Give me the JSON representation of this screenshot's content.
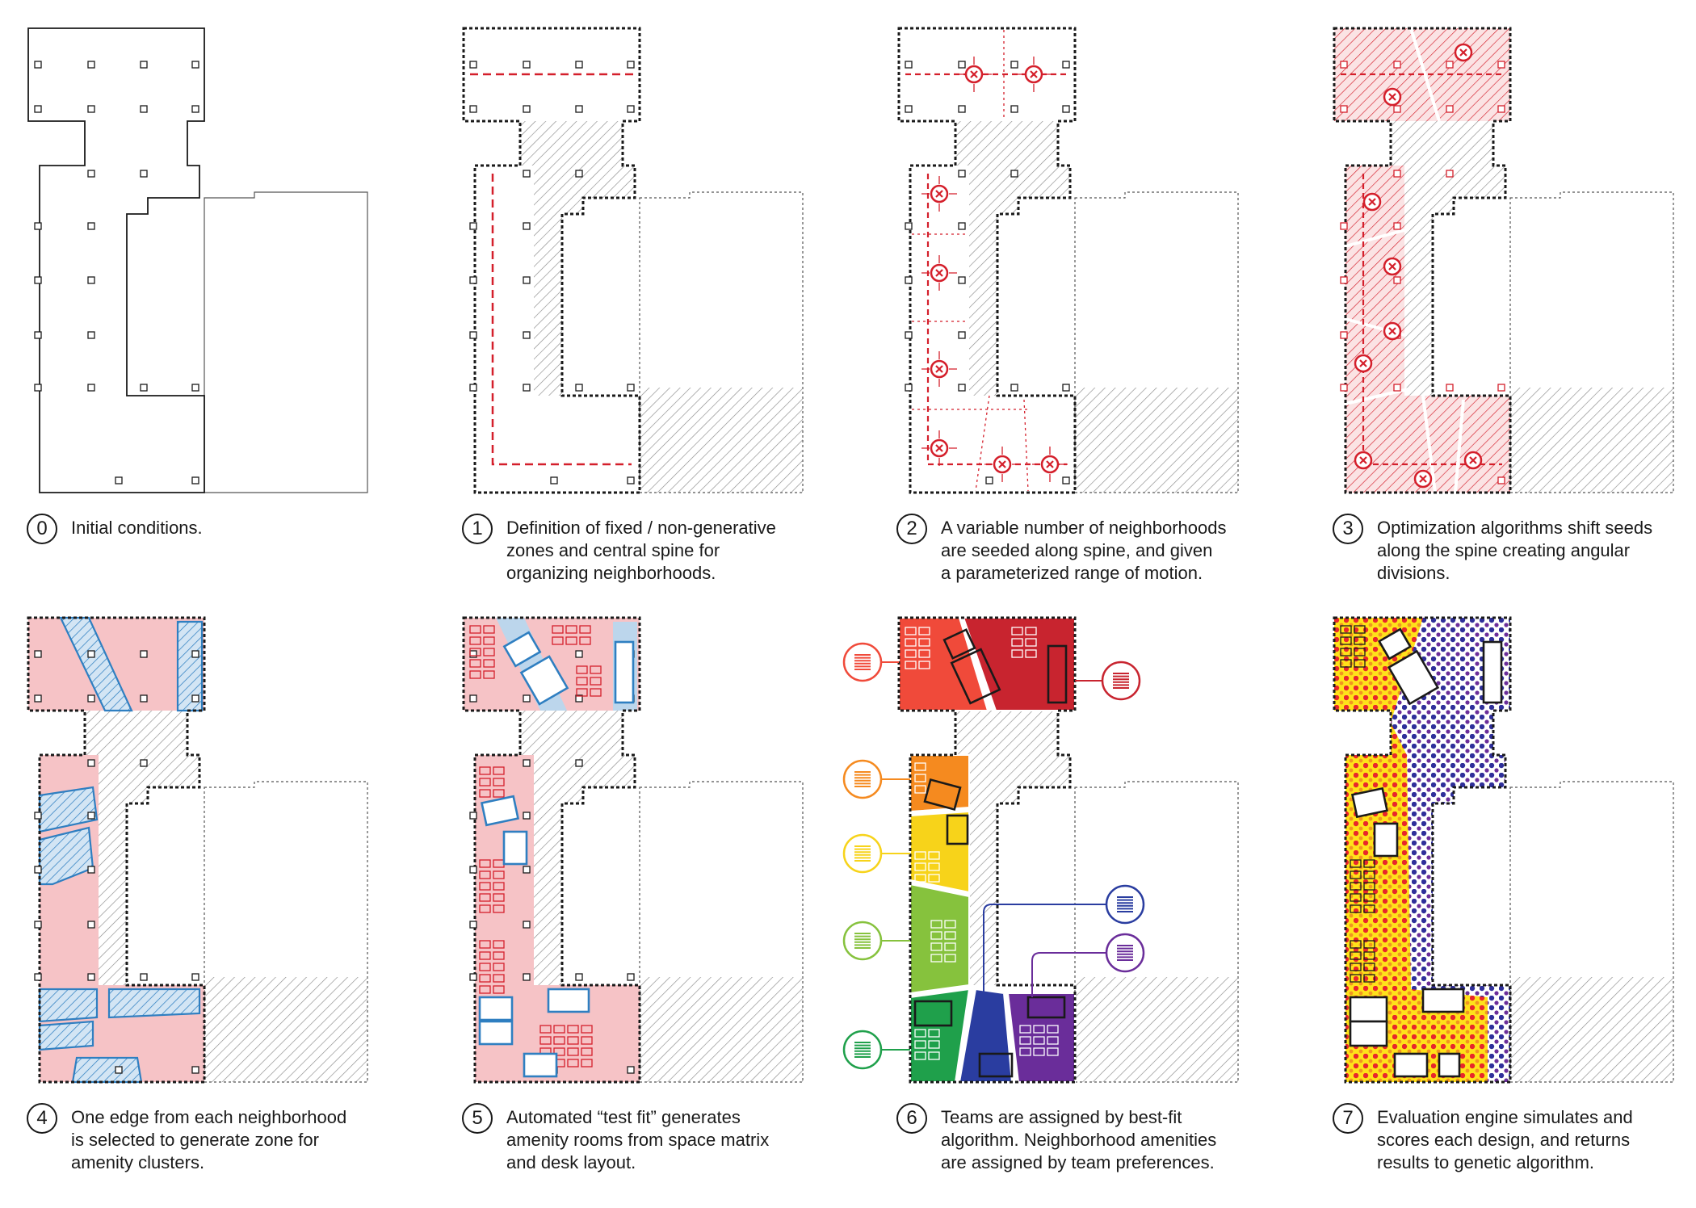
{
  "steps": [
    {
      "num": "0",
      "text": "Initial conditions."
    },
    {
      "num": "1",
      "text": "Definition of fixed / non-generative\nzones and central spine for\norganizing neighborhoods."
    },
    {
      "num": "2",
      "text": "A variable number of neighborhoods\nare seeded along spine, and given\na parameterized range of motion."
    },
    {
      "num": "3",
      "text": "Optimization algorithms shift seeds\nalong the spine creating angular\ndivisions."
    },
    {
      "num": "4",
      "text": "One edge from each neighborhood\nis selected to generate zone for\namenity clusters."
    },
    {
      "num": "5",
      "text": "Automated “test fit” generates\namenity rooms from space matrix\nand desk layout."
    },
    {
      "num": "6",
      "text": "Teams are assigned by best-fit\nalgorithm. Neighborhood amenities\nare assigned by team preferences."
    },
    {
      "num": "7",
      "text": "Evaluation engine simulates and\nscores each design, and returns\nresults to genetic algorithm."
    }
  ],
  "colors": {
    "line": "#1a1a1a",
    "hatch": "#8a8a8a",
    "spine_red": "#d41f2b",
    "pink": "#f6c3c6",
    "blue": "#2f7fc1",
    "blue_fill": "#bcd6ec",
    "teams": [
      "#f04a3a",
      "#c8242f",
      "#f58a1f",
      "#f7d31a",
      "#86c23d",
      "#1fa04b",
      "#2a3da0",
      "#6a2d9a"
    ]
  }
}
